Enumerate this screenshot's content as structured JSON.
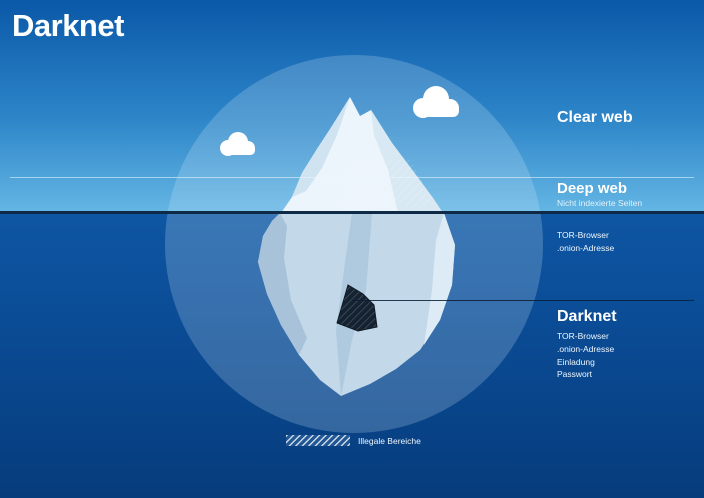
{
  "title": "Darknet",
  "sections": {
    "clear_web": {
      "heading": "Clear web"
    },
    "deep_web": {
      "heading": "Deep web",
      "subheading": "Nicht indexierte Seiten",
      "details": [
        "TOR-Browser",
        ".onion-Adresse"
      ]
    },
    "darknet": {
      "heading": "Darknet",
      "details": [
        "TOR-Browser",
        ".onion-Adresse",
        "Einladung",
        "Passwort"
      ]
    }
  },
  "legend": {
    "label": "Illegale Bereiche"
  },
  "colors": {
    "sky_top": "#0a58a8",
    "sky_horizon": "#64b6e4",
    "water_top": "#0e56a3",
    "water_bottom": "#063c7c",
    "waterline": "#0e2a47",
    "iceberg_above_water": "#ecf5fb",
    "iceberg_below_water": "#c3d8e9",
    "illegal_area": "#16222e",
    "text": "#ffffff"
  }
}
